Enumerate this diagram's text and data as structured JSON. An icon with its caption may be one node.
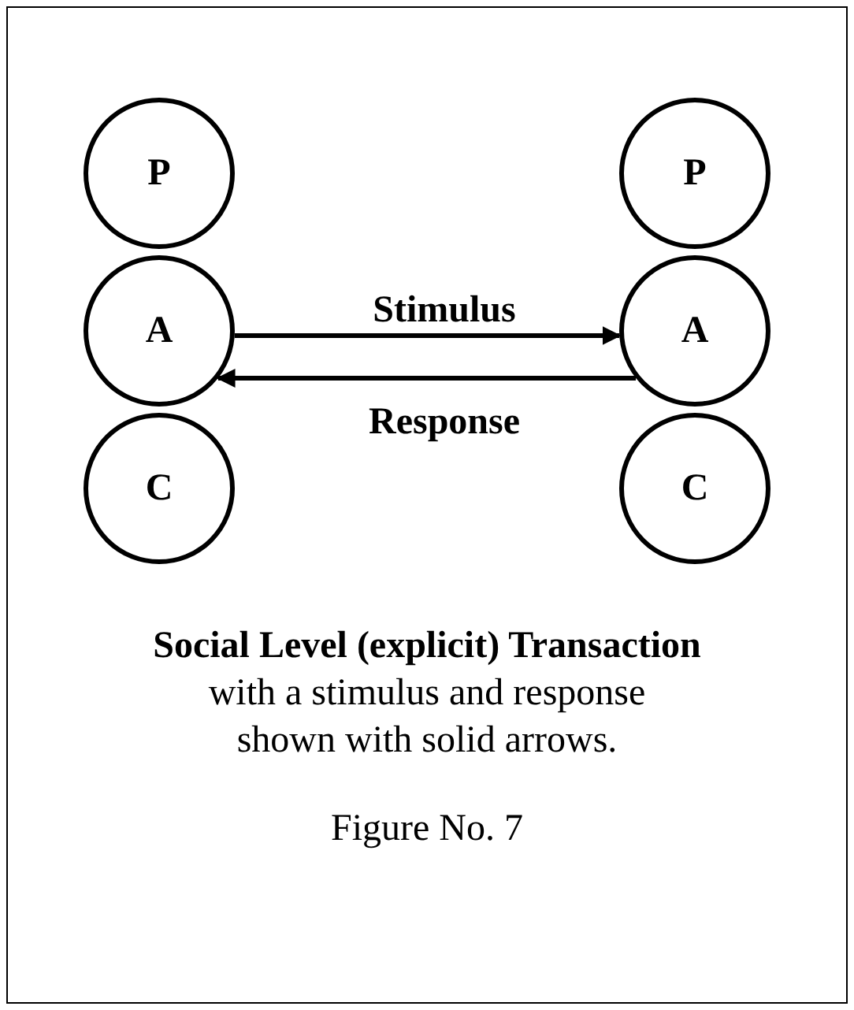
{
  "diagram": {
    "title": "Social Level (explicit) Transaction",
    "caption": "with a stimulus and response shown with solid arrows.",
    "nodes": [
      {
        "text": [
          "P"
        ]
      },
      {
        "text": [
          "P"
        ]
      },
      {
        "text": [
          "A"
        ]
      },
      {
        "text": [
          "A"
        ]
      },
      {
        "text": [
          "C"
        ]
      },
      {
        "text": [
          "C"
        ]
      }
    ],
    "edges": [
      {
        "from": 2,
        "to": 3,
        "arrow": "to",
        "label": "Stimulus"
      },
      {
        "from": 3,
        "to": 2,
        "arrow": "to",
        "label": "Response"
      }
    ],
    "labels": [
      "Figure No. 7"
    ]
  }
}
